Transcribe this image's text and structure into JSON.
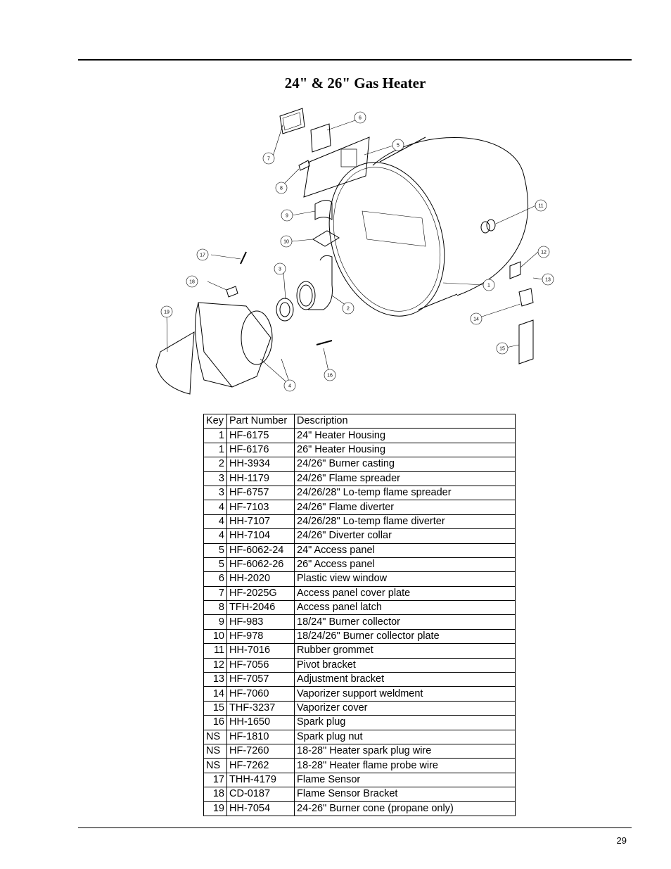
{
  "title": "24\" & 26\" Gas Heater",
  "page_number": "29",
  "table": {
    "headers": [
      "Key",
      "Part Number",
      "Description"
    ],
    "rows": [
      [
        "1",
        "HF-6175",
        "24\" Heater Housing"
      ],
      [
        "1",
        "HF-6176",
        "26\" Heater Housing"
      ],
      [
        "2",
        "HH-3934",
        "24/26\" Burner casting"
      ],
      [
        "3",
        "HH-1179",
        "24/26\" Flame spreader"
      ],
      [
        "3",
        "HF-6757",
        "24/26/28\" Lo-temp flame spreader"
      ],
      [
        "4",
        "HF-7103",
        "24/26\" Flame diverter"
      ],
      [
        "4",
        "HH-7107",
        "24/26/28\" Lo-temp flame diverter"
      ],
      [
        "4",
        "HH-7104",
        "24/26\" Diverter collar"
      ],
      [
        "5",
        "HF-6062-24",
        "24\" Access panel"
      ],
      [
        "5",
        "HF-6062-26",
        "26\" Access panel"
      ],
      [
        "6",
        "HH-2020",
        "Plastic view window"
      ],
      [
        "7",
        "HF-2025G",
        "Access panel cover plate"
      ],
      [
        "8",
        "TFH-2046",
        "Access panel latch"
      ],
      [
        "9",
        "HF-983",
        "18/24\" Burner collector"
      ],
      [
        "10",
        "HF-978",
        "18/24/26\" Burner collector plate"
      ],
      [
        "11",
        "HH-7016",
        "Rubber grommet"
      ],
      [
        "12",
        "HF-7056",
        "Pivot bracket"
      ],
      [
        "13",
        "HF-7057",
        "Adjustment bracket"
      ],
      [
        "14",
        "HF-7060",
        "Vaporizer support weldment"
      ],
      [
        "15",
        "THF-3237",
        "Vaporizer cover"
      ],
      [
        "16",
        "HH-1650",
        "Spark plug"
      ],
      [
        "NS",
        "HF-1810",
        "Spark plug nut"
      ],
      [
        "NS",
        "HF-7260",
        "18-28\" Heater spark plug wire"
      ],
      [
        "NS",
        "HF-7262",
        "18-28\" Heater flame probe wire"
      ],
      [
        "17",
        "THH-4179",
        "Flame Sensor"
      ],
      [
        "18",
        "CD-0187",
        "Flame Sensor Bracket"
      ],
      [
        "19",
        "HH-7054",
        "24-26\" Burner cone (propane only)"
      ]
    ]
  },
  "diagram": {
    "callouts": [
      "1",
      "2",
      "3",
      "4",
      "5",
      "6",
      "7",
      "8",
      "9",
      "10",
      "11",
      "12",
      "13",
      "14",
      "15",
      "16",
      "17",
      "18",
      "19"
    ]
  }
}
